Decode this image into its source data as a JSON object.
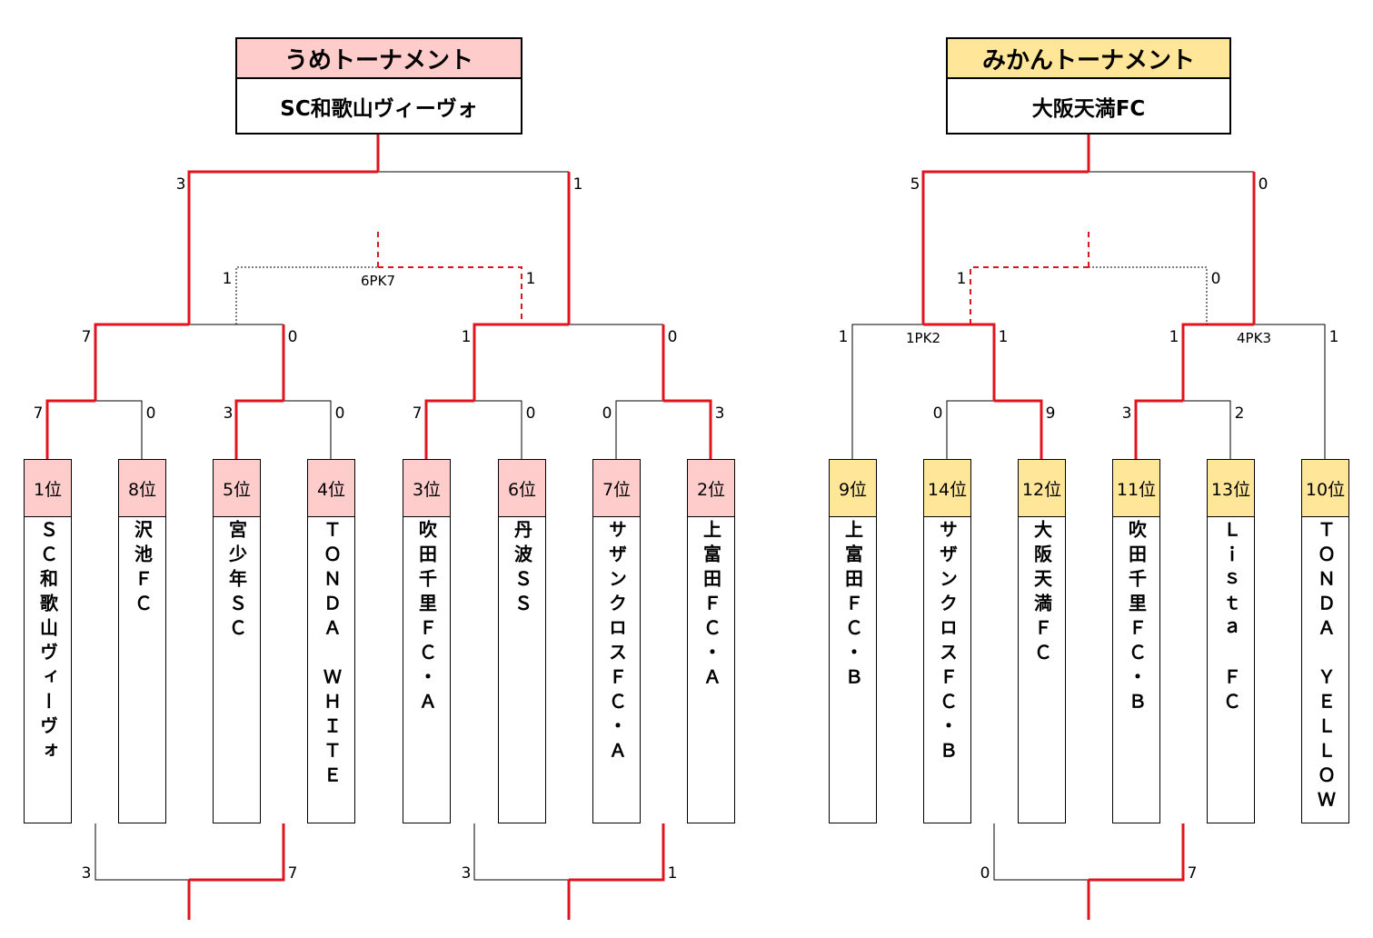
{
  "colors": {
    "win_line": "#e0141e",
    "normal_line": "#000000",
    "ume_header": "#ffcccc",
    "mikan_header": "#ffe699"
  },
  "ume": {
    "title": "うめトーナメント",
    "winner": "SC和歌山ヴィーヴォ",
    "teams": [
      {
        "rank": "1位",
        "name": "ＳＣ和歌山ヴィーヴォ"
      },
      {
        "rank": "8位",
        "name": "沢池ＦＣ"
      },
      {
        "rank": "5位",
        "name": "宮少年ＳＣ"
      },
      {
        "rank": "4位",
        "name": "ＴＯＮＤＡ　ＷＨＩＴＥ"
      },
      {
        "rank": "3位",
        "name": "吹田千里ＦＣ・Ａ"
      },
      {
        "rank": "6位",
        "name": "丹波ＳＳ"
      },
      {
        "rank": "7位",
        "name": "サザンクロスＦＣ・Ａ"
      },
      {
        "rank": "2位",
        "name": "上富田ＦＣ・Ａ"
      }
    ],
    "scores": {
      "r1": [
        "7",
        "0",
        "3",
        "0",
        "7",
        "0",
        "0",
        "3"
      ],
      "r2": [
        "7",
        "0",
        "1",
        "0"
      ],
      "final": [
        "3",
        "1"
      ],
      "third_place": [
        "1",
        "1"
      ],
      "third_place_pk": "6PK7",
      "consolation": [
        "3",
        "7",
        "3",
        "1"
      ]
    }
  },
  "mikan": {
    "title": "みかんトーナメント",
    "winner": "大阪天満FC",
    "teams": [
      {
        "rank": "9位",
        "name": "上富田ＦＣ・Ｂ"
      },
      {
        "rank": "14位",
        "name": "サザンクロスＦＣ・Ｂ"
      },
      {
        "rank": "12位",
        "name": "大阪天満ＦＣ"
      },
      {
        "rank": "11位",
        "name": "吹田千里ＦＣ・Ｂ"
      },
      {
        "rank": "13位",
        "name": "Ｌｉｓｔａ　ＦＣ"
      },
      {
        "rank": "10位",
        "name": "ＴＯＮＤＡ　ＹＥＬＬＯＷ"
      }
    ],
    "scores": {
      "r1": [
        "0",
        "9",
        "3",
        "2"
      ],
      "r2": [
        "1",
        "1",
        "1",
        "1"
      ],
      "r2_pk": [
        "1PK2",
        "4PK3"
      ],
      "final": [
        "5",
        "0"
      ],
      "third_place": [
        "1",
        "0"
      ],
      "consolation": [
        "0",
        "7"
      ]
    }
  }
}
